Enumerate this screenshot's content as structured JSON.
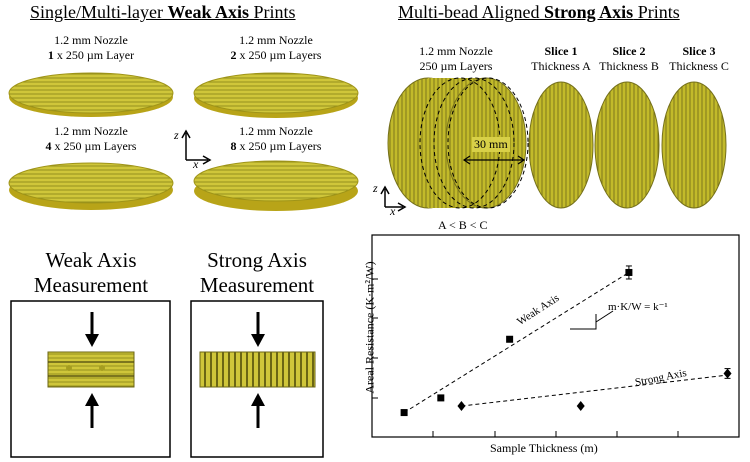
{
  "headings": {
    "weak_prefix": "Single/Multi-layer ",
    "weak_bold": "Weak Axis",
    "weak_suffix": " Prints",
    "strong_prefix": "Multi-bead Aligned ",
    "strong_bold": "Strong Axis",
    "strong_suffix": " Prints"
  },
  "weak_samples": [
    {
      "nozzle": "1.2 mm Nozzle",
      "count": "1",
      "layers": " x 250 µm Layer"
    },
    {
      "nozzle": "1.2 mm Nozzle",
      "count": "2",
      "layers": " x 250 µm Layers"
    },
    {
      "nozzle": "1.2 mm Nozzle",
      "count": "4",
      "layers": " x 250 µm Layers"
    },
    {
      "nozzle": "1.2 mm Nozzle",
      "count": "8",
      "layers": " x 250 µm Layers"
    }
  ],
  "weak_axes": {
    "z": "z",
    "x": "x"
  },
  "strong_section": {
    "nozzle": "1.2 mm Nozzle",
    "layers": "250 µm Layers",
    "diameter": "30 mm",
    "order": "A < B < C",
    "axes": {
      "z": "z",
      "x": "x"
    },
    "slices": [
      {
        "name": "Slice 1",
        "thickness": "Thickness A"
      },
      {
        "name": "Slice 2",
        "thickness": "Thickness B"
      },
      {
        "name": "Slice 3",
        "thickness": "Thickness C"
      }
    ]
  },
  "measurement": {
    "weak_title_1": "Weak Axis",
    "weak_title_2": "Measurement",
    "strong_title_1": "Strong Axis",
    "strong_title_2": "Measurement"
  },
  "chart_data": {
    "type": "scatter",
    "xlabel": "Sample Thickness (m)",
    "ylabel": "Areal Resistance (K·m²/W)",
    "slope_label": "m·K/W = k⁻¹",
    "xlim": [
      0,
      8
    ],
    "ylim": [
      0,
      6.2
    ],
    "series": [
      {
        "name": "Weak Axis",
        "marker": "square",
        "x": [
          0.7,
          1.5,
          3.0,
          5.6
        ],
        "y": [
          0.75,
          1.2,
          3.0,
          5.05
        ],
        "err": [
          0.0,
          0.05,
          0.0,
          0.2
        ]
      },
      {
        "name": "Strong Axis",
        "marker": "diamond",
        "x": [
          1.95,
          4.55,
          7.75
        ],
        "y": [
          0.95,
          0.95,
          1.95
        ],
        "err": [
          0.0,
          0.0,
          0.15
        ]
      }
    ],
    "fits": [
      {
        "series": "Weak Axis",
        "x": [
          0.7,
          5.6
        ],
        "y": [
          0.75,
          5.05
        ]
      },
      {
        "series": "Strong Axis",
        "x": [
          1.95,
          7.75
        ],
        "y": [
          0.95,
          1.9
        ]
      }
    ]
  },
  "colors": {
    "print_top": "#cfc63a",
    "print_edge": "#b8a418",
    "print_line": "#8d8a1c",
    "strong_fill": "#c2ba2a",
    "strong_dark": "#75701a"
  }
}
